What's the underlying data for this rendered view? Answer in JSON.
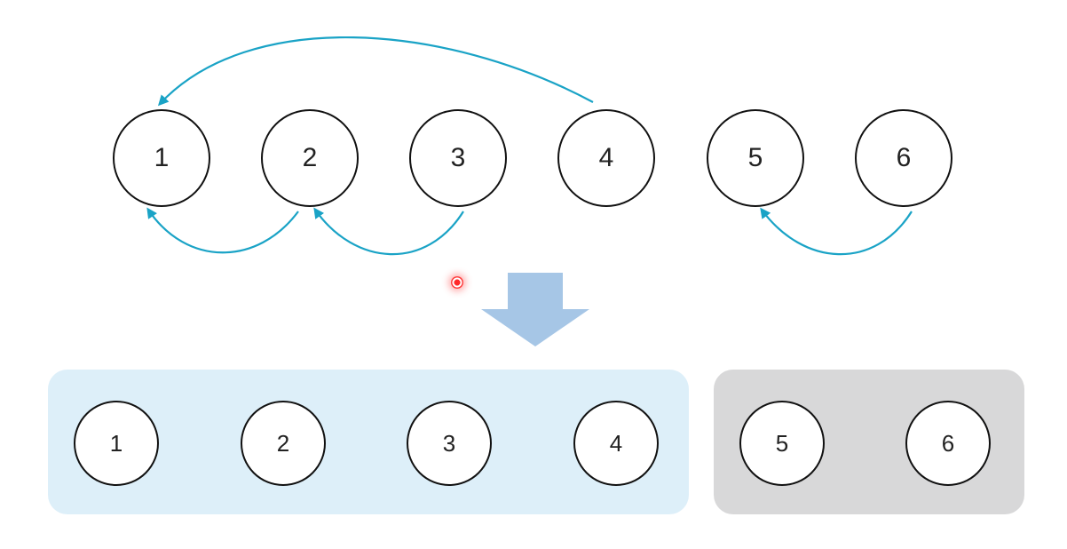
{
  "colors": {
    "arrow": "#1aa3c6",
    "down_arrow": "#a6c6e6",
    "group_a_fill": "#ddeff9",
    "group_b_fill": "#d8d8d9",
    "cursor": "#ff2a2a"
  },
  "top_nodes": [
    {
      "label": "1"
    },
    {
      "label": "2"
    },
    {
      "label": "3"
    },
    {
      "label": "4"
    },
    {
      "label": "5"
    },
    {
      "label": "6"
    }
  ],
  "links": [
    {
      "from": "4",
      "to": "1"
    },
    {
      "from": "2",
      "to": "1"
    },
    {
      "from": "3",
      "to": "2"
    },
    {
      "from": "6",
      "to": "5"
    }
  ],
  "groups": [
    {
      "members": [
        {
          "label": "1"
        },
        {
          "label": "2"
        },
        {
          "label": "3"
        },
        {
          "label": "4"
        }
      ]
    },
    {
      "members": [
        {
          "label": "5"
        },
        {
          "label": "6"
        }
      ]
    }
  ]
}
